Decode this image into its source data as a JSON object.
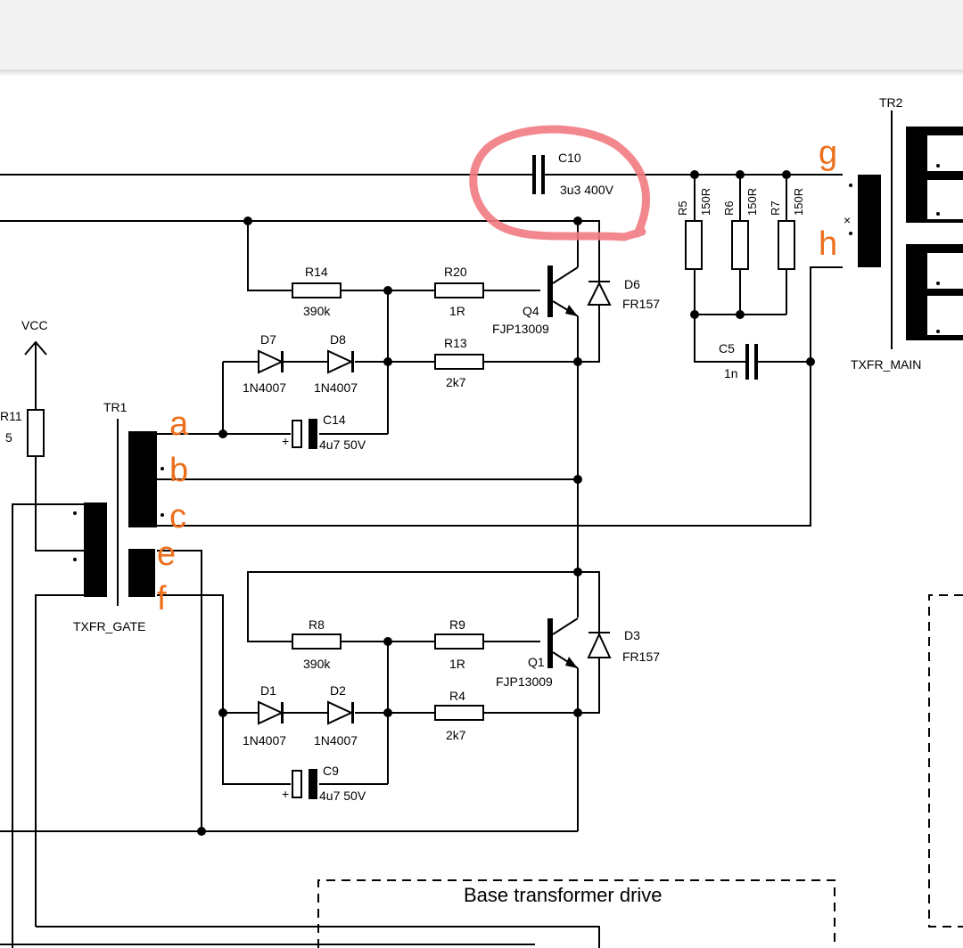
{
  "diagram": {
    "transformers": {
      "tr1": {
        "ref": "TR1",
        "name": "TXFR_GATE"
      },
      "tr2": {
        "ref": "TR2",
        "name": "TXFR_MAIN"
      }
    },
    "supply": {
      "label": "VCC"
    },
    "resistors": {
      "r11": {
        "ref": "R11",
        "value": "5"
      },
      "r14": {
        "ref": "R14",
        "value": "390k"
      },
      "r20": {
        "ref": "R20",
        "value": "1R"
      },
      "r13": {
        "ref": "R13",
        "value": "2k7"
      },
      "r8": {
        "ref": "R8",
        "value": "390k"
      },
      "r9": {
        "ref": "R9",
        "value": "1R"
      },
      "r4": {
        "ref": "R4",
        "value": "2k7"
      },
      "r5": {
        "ref": "R5",
        "value": "150R"
      },
      "r6": {
        "ref": "R6",
        "value": "150R"
      },
      "r7": {
        "ref": "R7",
        "value": "150R"
      }
    },
    "diodes": {
      "d7": {
        "ref": "D7",
        "value": "1N4007"
      },
      "d8": {
        "ref": "D8",
        "value": "1N4007"
      },
      "d1": {
        "ref": "D1",
        "value": "1N4007"
      },
      "d2": {
        "ref": "D2",
        "value": "1N4007"
      },
      "d6": {
        "ref": "D6",
        "value": "FR157"
      },
      "d3": {
        "ref": "D3",
        "value": "FR157"
      }
    },
    "capacitors": {
      "c10": {
        "ref": "C10",
        "value": "3u3 400V"
      },
      "c14": {
        "ref": "C14",
        "value": "4u7 50V"
      },
      "c9": {
        "ref": "C9",
        "value": "4u7 50V"
      },
      "c5": {
        "ref": "C5",
        "value": "1n"
      }
    },
    "transistors": {
      "q4": {
        "ref": "Q4",
        "value": "FJP13009"
      },
      "q1": {
        "ref": "Q1",
        "value": "FJP13009"
      }
    },
    "block_label": "Base transformer drive",
    "annotations": {
      "highlight_color": "#ec6f1c",
      "circle_color": "#f27a82",
      "letters": [
        "a",
        "b",
        "c",
        "e",
        "f",
        "g",
        "h"
      ]
    }
  }
}
